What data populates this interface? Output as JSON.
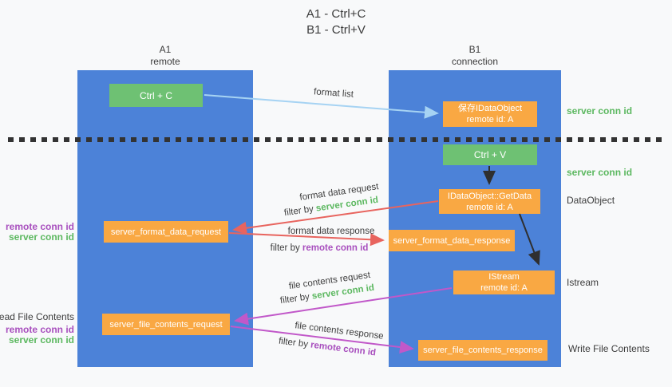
{
  "title": {
    "line1": "A1 - Ctrl+C",
    "line2": "B1 - Ctrl+V"
  },
  "lanes": {
    "left": {
      "title": "A1",
      "subtitle": "remote"
    },
    "right": {
      "title": "B1",
      "subtitle": "connection"
    }
  },
  "nodes": {
    "ctrl_c": {
      "label": "Ctrl + C"
    },
    "save_dataobject": {
      "line1": "保存IDataObject",
      "line2": "remote id: A"
    },
    "ctrl_v": {
      "label": "Ctrl + V"
    },
    "getdata": {
      "line1": "IDataObject::GetData",
      "line2": "remote id: A"
    },
    "format_request": {
      "label": "server_format_data_request"
    },
    "format_response": {
      "label": "server_format_data_response"
    },
    "istream": {
      "line1": "IStream",
      "line2": "remote id: A"
    },
    "file_request": {
      "label": "server_file_contents_request"
    },
    "file_response": {
      "label": "server_file_contents_response"
    }
  },
  "flow_labels": {
    "format_list": "format list",
    "format_data_request": "format data request",
    "filter_server_1": {
      "prefix": "filter by ",
      "id": "server conn id"
    },
    "format_data_response": "format data response",
    "filter_remote_1": {
      "prefix": "filter by ",
      "id": "remote conn id"
    },
    "file_contents_request": "file contents request",
    "filter_server_2": {
      "prefix": "filter by ",
      "id": "server conn id"
    },
    "file_contents_response": "file contents response",
    "filter_remote_2": {
      "prefix": "filter by ",
      "id": "remote conn id"
    }
  },
  "side_labels": {
    "right": {
      "server_conn_top": "server conn id",
      "server_conn_mid": "server conn id",
      "dataobject": "DataObject",
      "istream": "Istream",
      "write_file_contents": "Write File Contents"
    },
    "left": {
      "remote_conn_1": "remote conn id",
      "server_conn_1": "server conn id",
      "read_file_contents": "Read File Contents",
      "remote_conn_2": "remote conn id",
      "server_conn_2": "server conn id"
    }
  },
  "colors": {
    "lane_blue": "#4c82d8",
    "box_green": "#6ec173",
    "box_orange": "#f9a843",
    "arrow_red": "#e8645e",
    "arrow_magenta": "#c158c9",
    "arrow_light_blue": "#a6d3f3",
    "arrow_black": "#2f2f2f",
    "text_green": "#5cb860",
    "text_purple": "#a84fbe",
    "text_dark": "#3f3f3f"
  }
}
